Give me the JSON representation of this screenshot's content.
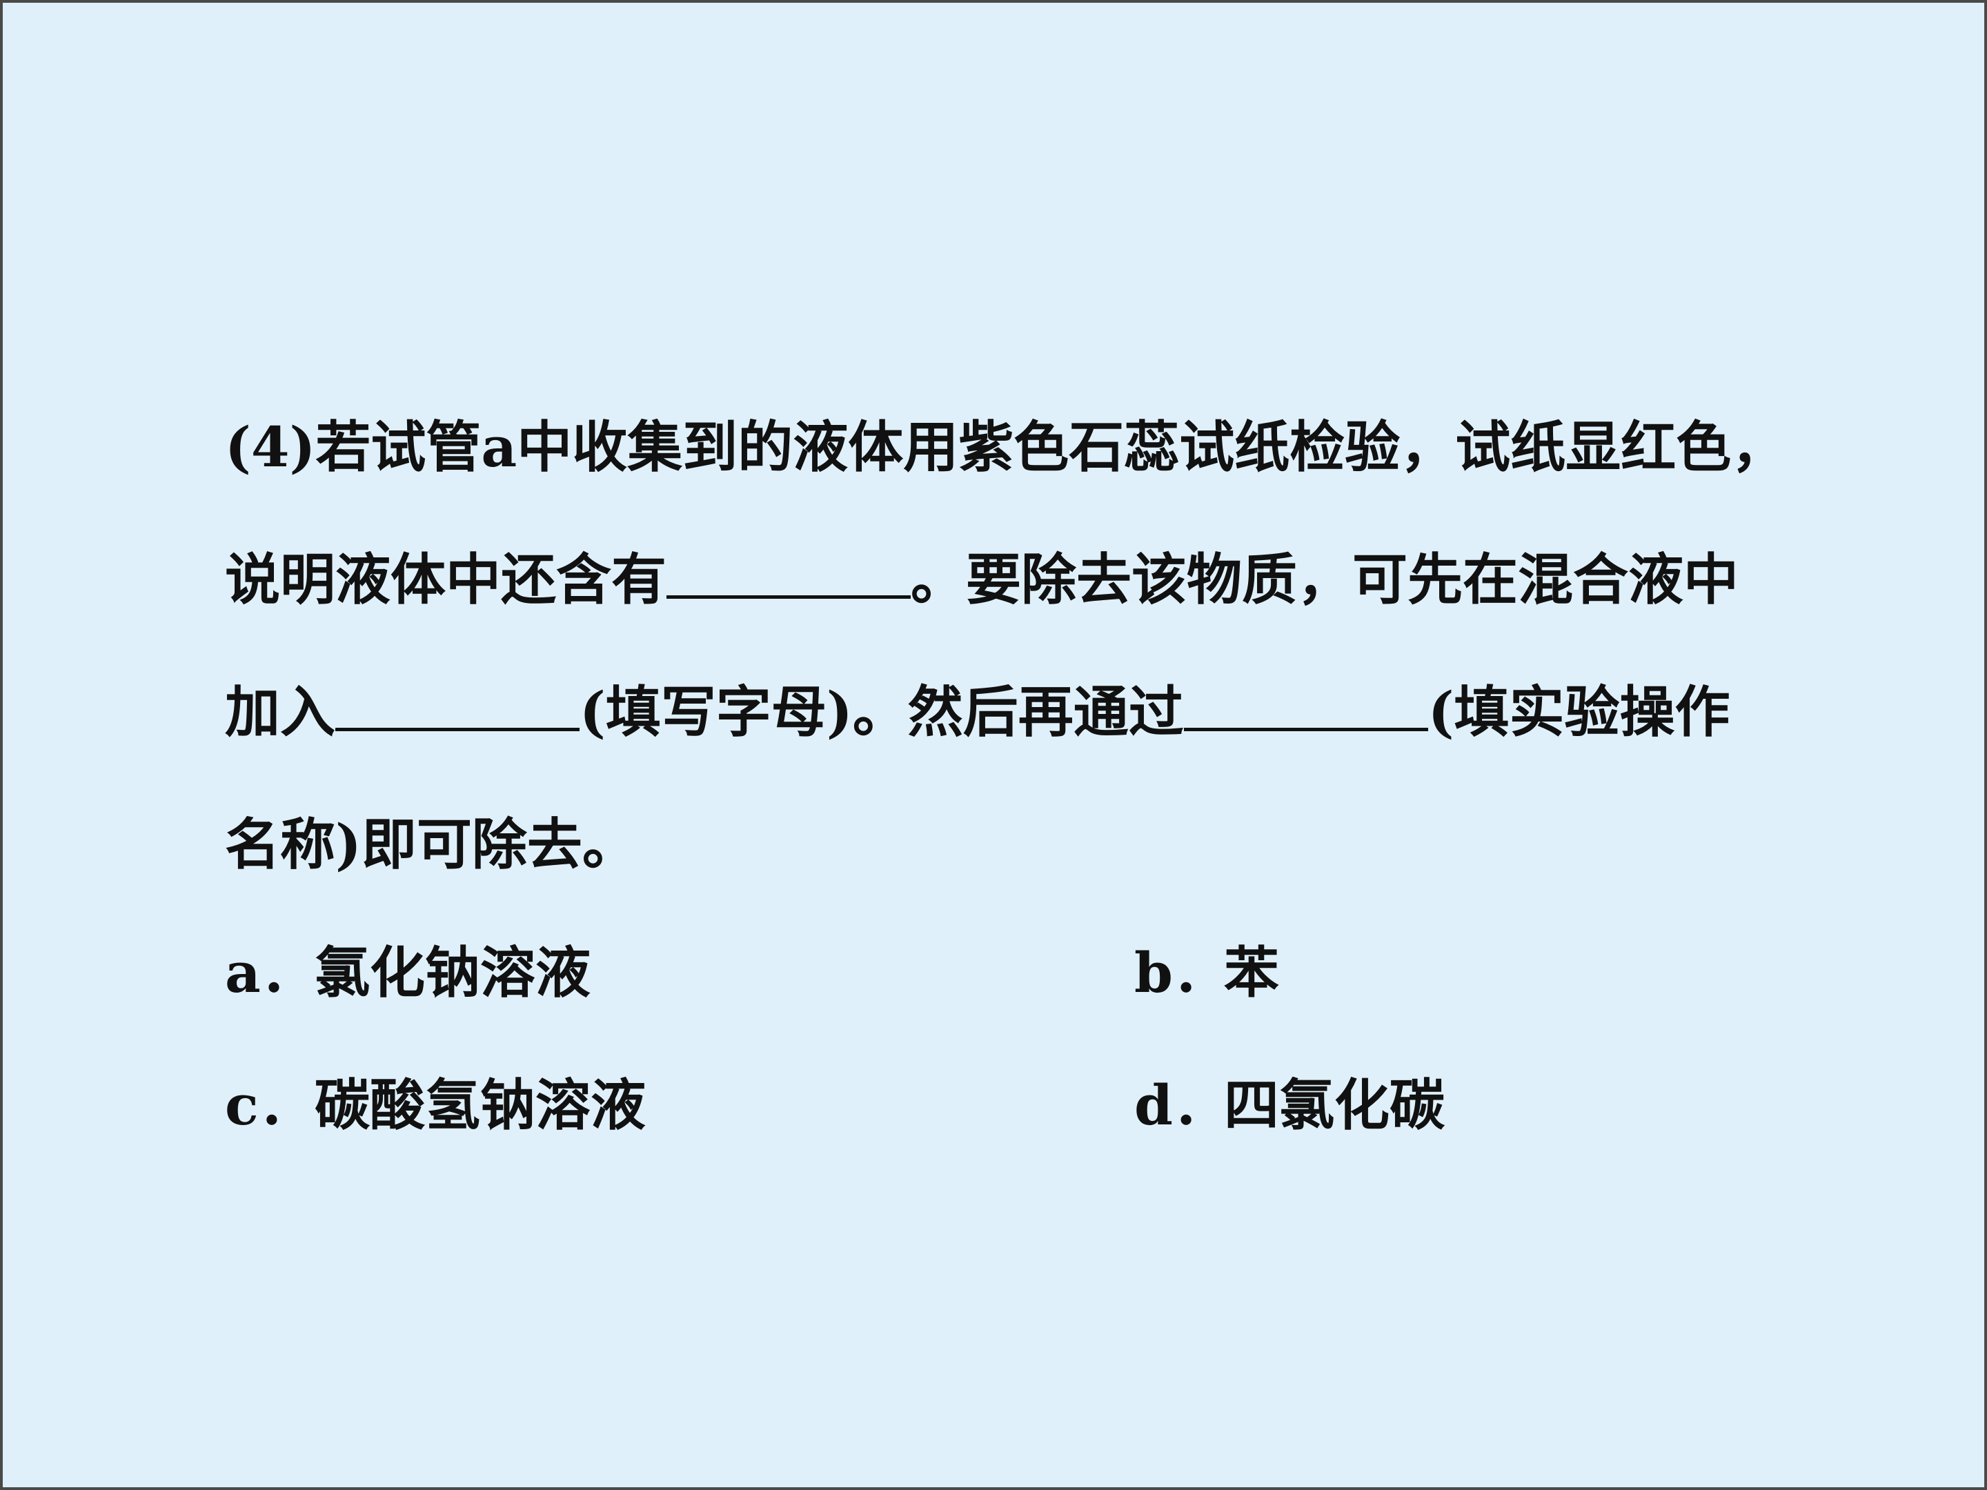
{
  "question": {
    "line1": "(4)若试管a中收集到的液体用紫色石蕊试纸检验，试纸显红色，",
    "line2_a": "说明液体中还含有",
    "line2_b": "。要除去该物质，可先在混合液中",
    "line3_a": "加入",
    "line3_b": "(填写字母)。然后再通过",
    "line3_c": "(填实验操作",
    "line4": "名称)即可除去。"
  },
  "options": [
    {
      "letter": "a．",
      "text": "氯化钠溶液"
    },
    {
      "letter": "b．",
      "text": "苯"
    },
    {
      "letter": "c．",
      "text": "碳酸氢钠溶液"
    },
    {
      "letter": "d．",
      "text": "四氯化碳"
    }
  ],
  "colors": {
    "background": "#dff0fa",
    "border": "#4a4a4a",
    "text": "#111111"
  }
}
